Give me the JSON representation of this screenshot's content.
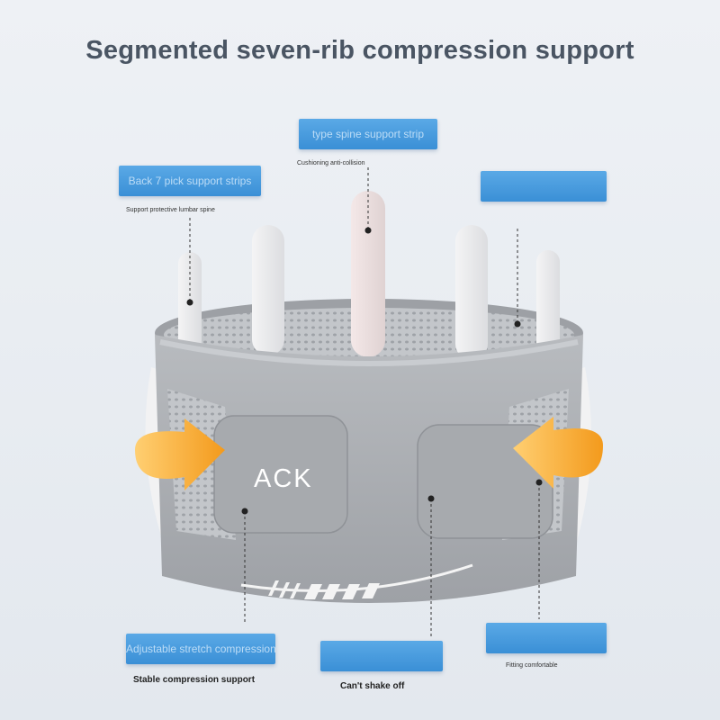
{
  "heading": "Segmented seven-rib compression support",
  "brand": "ACK",
  "labels": {
    "top_center": {
      "box_text": "type spine support strip",
      "caption": "Cushioning anti-collision"
    },
    "top_left": {
      "box_text": "Back 7 pick support strips",
      "caption": "Support protective lumbar spine"
    },
    "top_right": {
      "box_text": "",
      "caption": ""
    },
    "bottom_left": {
      "box_text": "Adjustable stretch compression",
      "caption": "Stable compression support"
    },
    "bottom_center": {
      "box_text": "",
      "caption": "Can't shake off"
    },
    "bottom_right": {
      "box_text": "",
      "caption": "Fitting comfortable"
    }
  },
  "colors": {
    "belt": "#a9acb0",
    "mesh": "#c6c9cd",
    "arrow": "#f5a623",
    "label_box": "#4d9fe0"
  }
}
